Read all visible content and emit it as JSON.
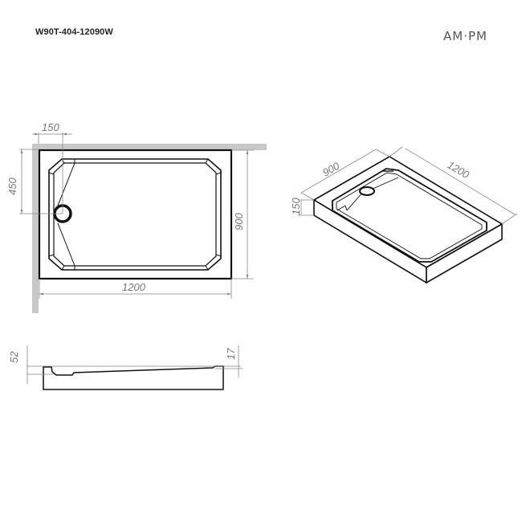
{
  "header": {
    "model_code": "W90T-404-12090W",
    "brand_logo": "AM·PM"
  },
  "plan_view": {
    "dims": {
      "drain_offset_x": "150",
      "drain_offset_y": "450",
      "width": "1200",
      "depth": "900"
    }
  },
  "iso_view": {
    "dims": {
      "depth": "900",
      "width": "1200",
      "height": "150"
    }
  },
  "section_view": {
    "dims": {
      "tray_height": "52",
      "rim_height": "17"
    }
  },
  "colors": {
    "outline": "#111111",
    "dimension": "#888888",
    "wall": "#c8c8c8"
  }
}
